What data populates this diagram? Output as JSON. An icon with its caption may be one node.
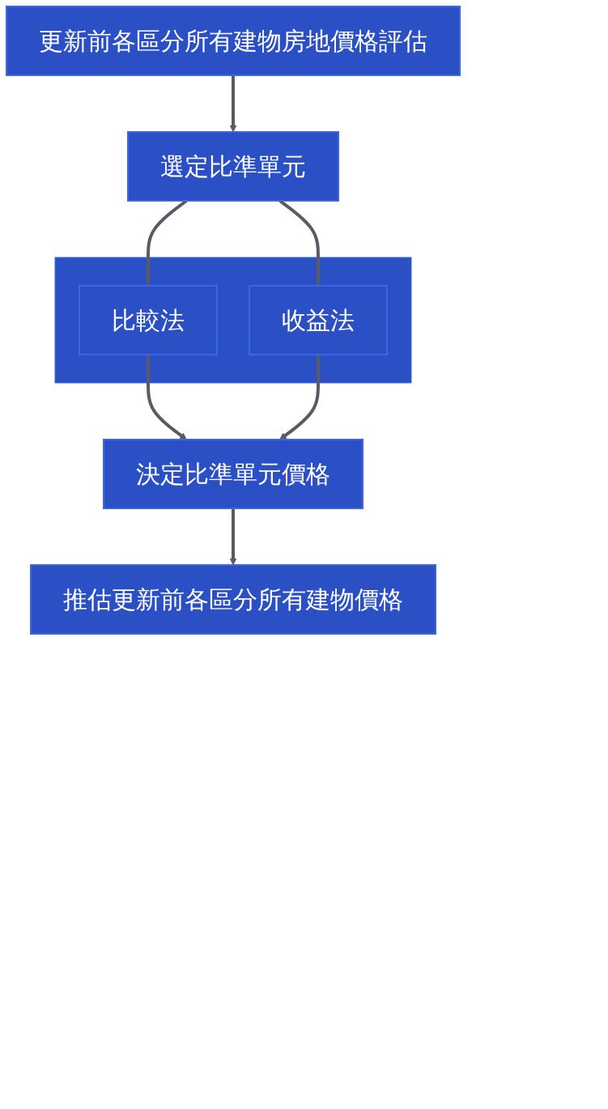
{
  "diagram": {
    "nodes": [
      {
        "text": [
          "更新前各區分所有建物房地價格評估"
        ]
      },
      {
        "text": [
          "選定比準單元"
        ]
      },
      {
        "text": [],
        "shape": "box"
      },
      {
        "text": [
          "比較法"
        ],
        "in": 2
      },
      {
        "text": [
          "收益法"
        ],
        "in": 2
      },
      {
        "text": [
          "決定比準單元價格"
        ]
      },
      {
        "text": [
          "推估更新前各區分所有建物價格"
        ]
      }
    ],
    "edges": [
      {
        "from": 0,
        "to": 1,
        "arrow": "to"
      },
      {
        "from": 1,
        "to": 3,
        "arrow": "none"
      },
      {
        "from": 1,
        "to": 4,
        "arrow": "none"
      },
      {
        "from": 3,
        "to": 5,
        "arrow": "to"
      },
      {
        "from": 4,
        "to": 5,
        "arrow": "to"
      },
      {
        "from": 5,
        "to": 6,
        "arrow": "to"
      }
    ]
  }
}
